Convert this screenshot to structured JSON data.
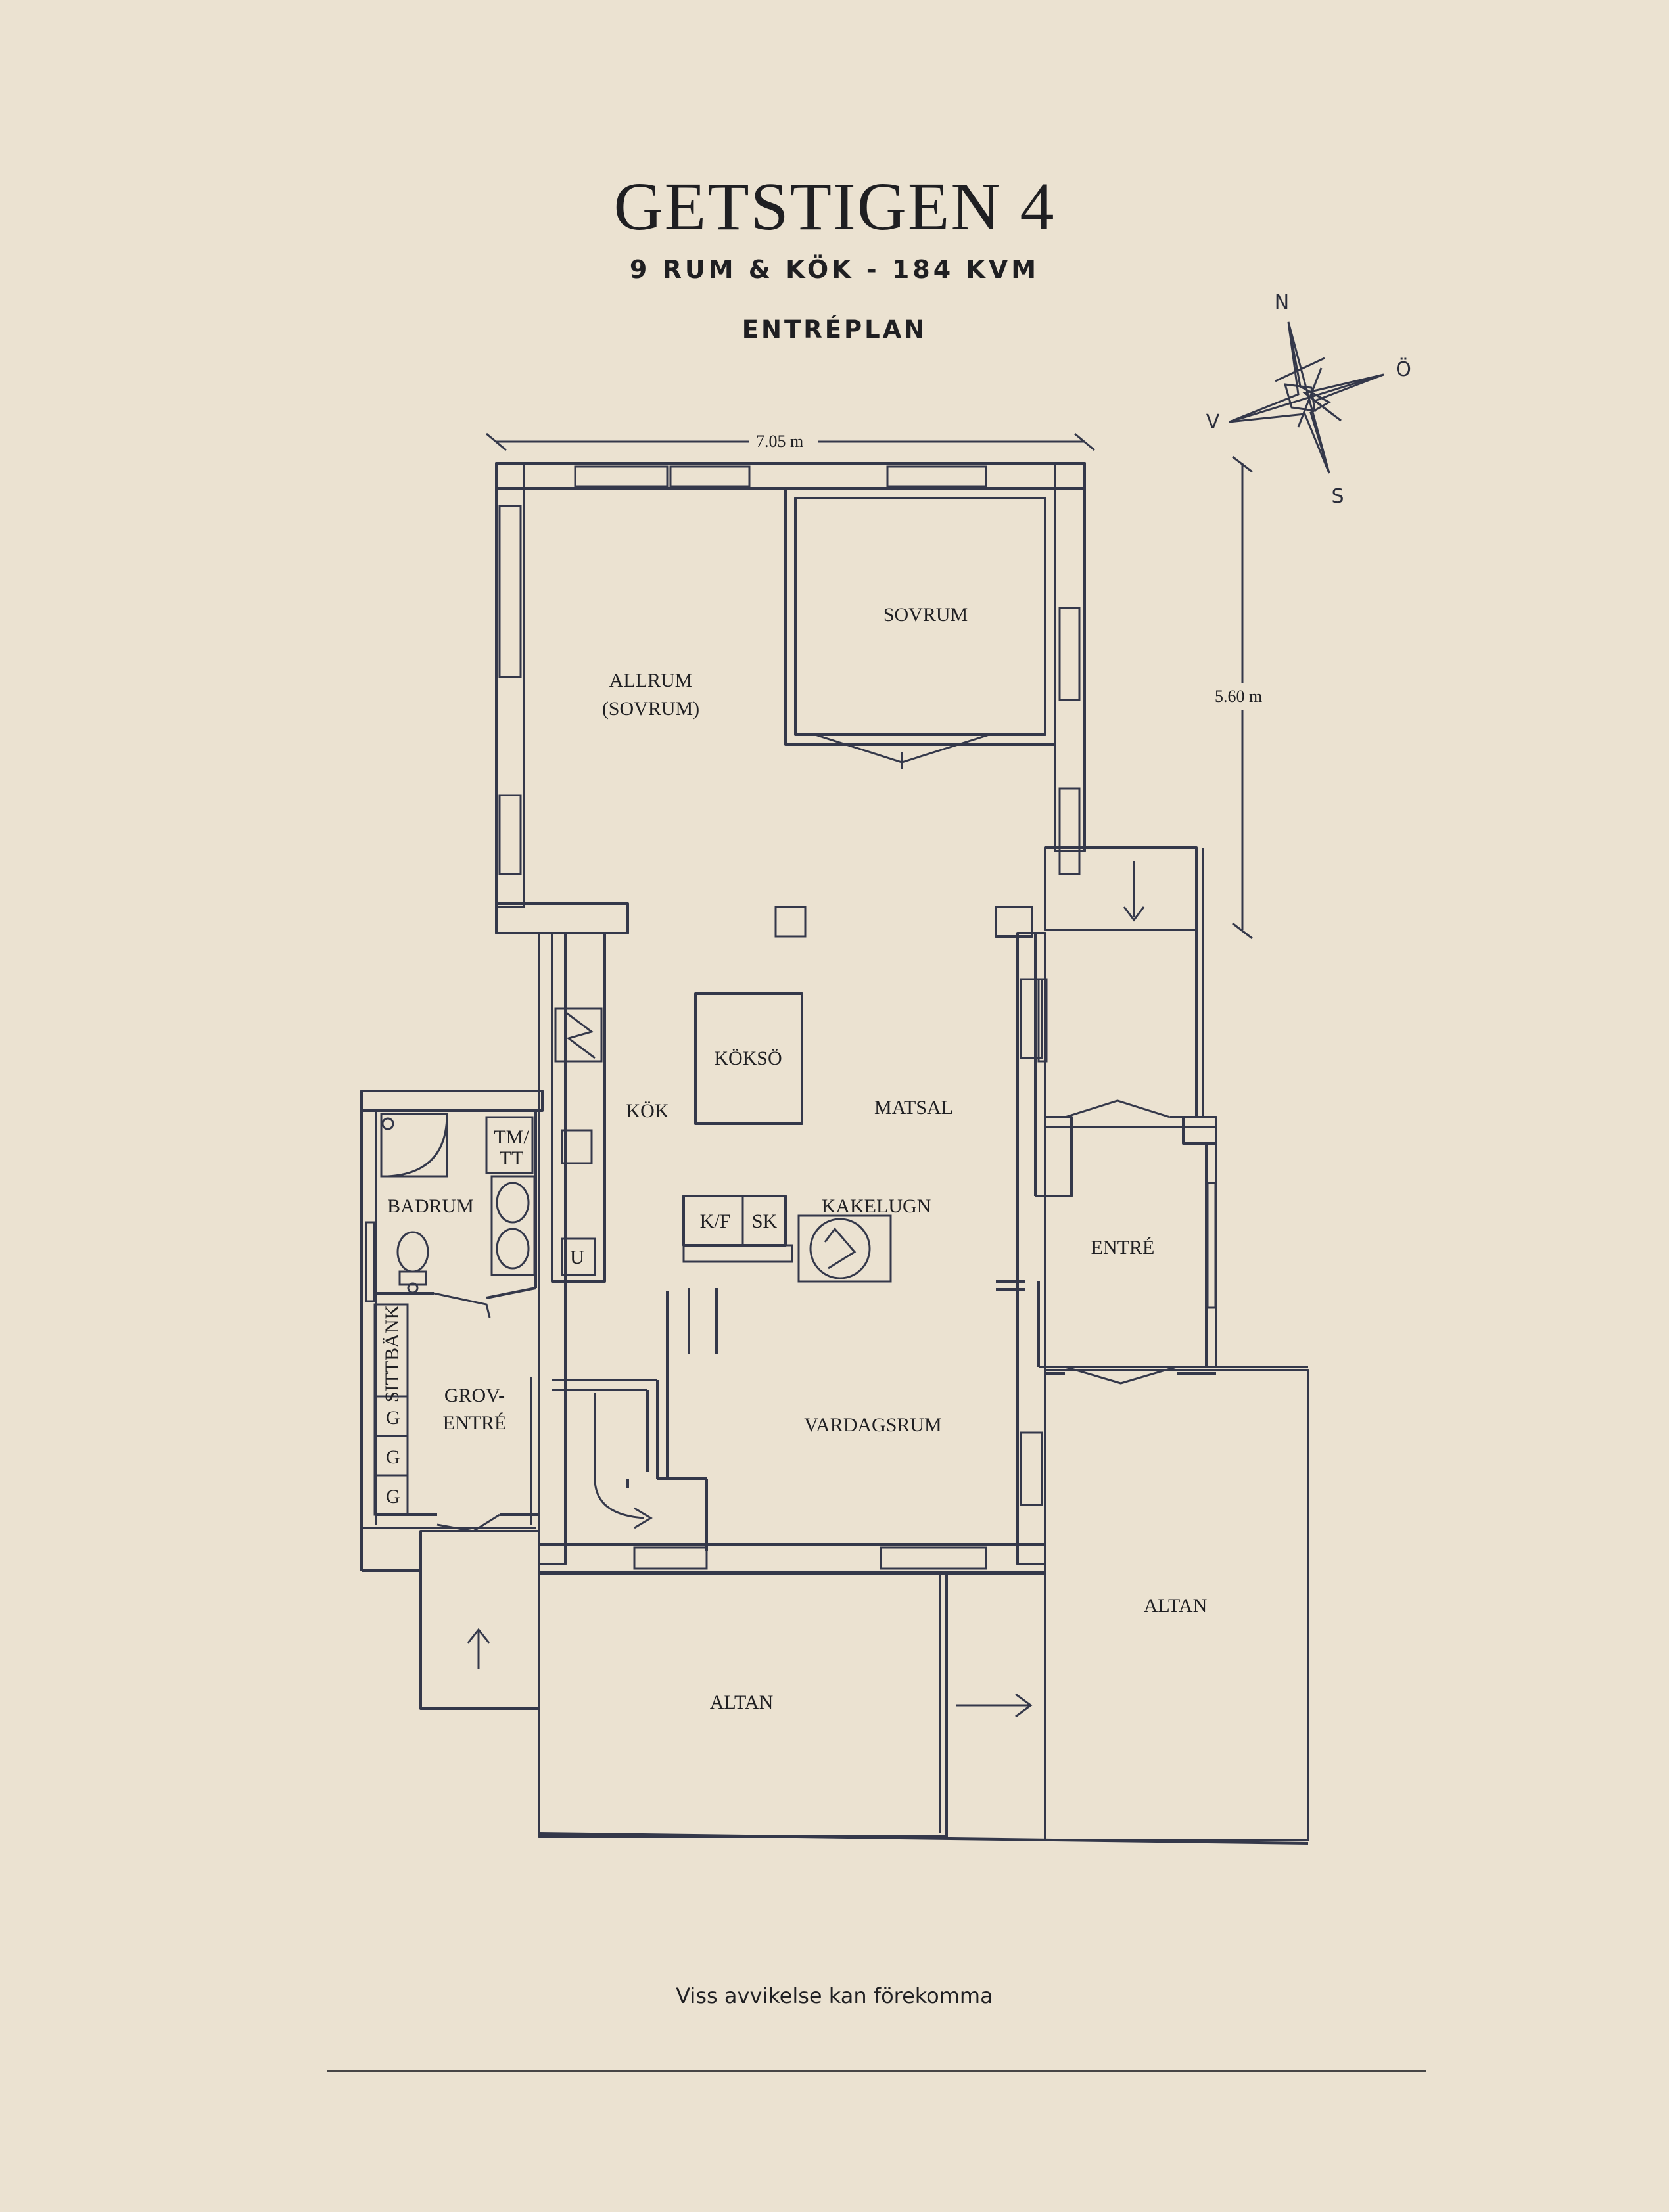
{
  "header": {
    "title": "GETSTIGEN 4",
    "subtitle": "9 RUM & KÖK  -  184 KVM",
    "plan_name": "ENTRÉPLAN"
  },
  "compass": {
    "north": "N",
    "east": "Ö",
    "south": "S",
    "west": "V"
  },
  "dimensions": {
    "width": "7.05 m",
    "depth": "5.60 m"
  },
  "rooms": {
    "allrum": "ALLRUM",
    "allrum_sub": "(SOVRUM)",
    "sovrum": "SOVRUM",
    "koksö": "KÖKSÖ",
    "kok": "KÖK",
    "matsal": "MATSAL",
    "tm": "TM/",
    "tt": "TT",
    "badrum": "BADRUM",
    "kf": "K/F",
    "sk": "SK",
    "kakelugn": "KAKELUGN",
    "u": "U",
    "entre": "ENTRÉ",
    "sittbank": "SITTBÄNK",
    "g1": "G",
    "g2": "G",
    "g3": "G",
    "grov1": "GROV-",
    "grov2": "ENTRÉ",
    "vardagsrum": "VARDAGSRUM",
    "altan_right": "ALTAN",
    "altan_bottom": "ALTAN"
  },
  "footer": {
    "disclaimer": "Viss avvikelse kan förekomma"
  }
}
